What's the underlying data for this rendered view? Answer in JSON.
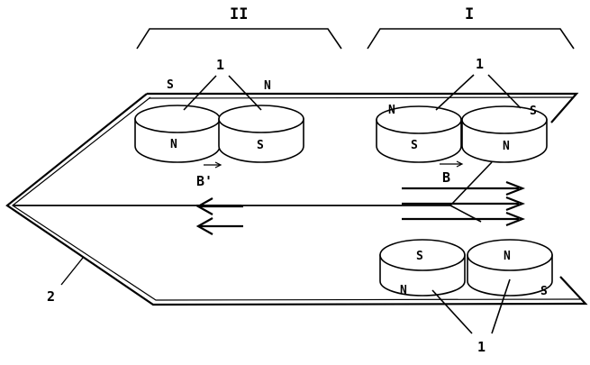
{
  "groups": {
    "left": "II",
    "right": "I"
  },
  "magnet_ref": "1",
  "plate_ref": "2",
  "field_labels": {
    "left": "B'",
    "right": "B"
  },
  "magnets": {
    "upper_left": {
      "top_a": "S",
      "top_b": "N",
      "face_a": "N",
      "face_b": "S"
    },
    "upper_right": {
      "top_a": "N",
      "top_b": "S",
      "face_a": "S",
      "face_b": "N"
    },
    "lower_right": {
      "face_a": "S",
      "face_b": "N",
      "bottom_a": "N",
      "bottom_b": "S"
    }
  }
}
